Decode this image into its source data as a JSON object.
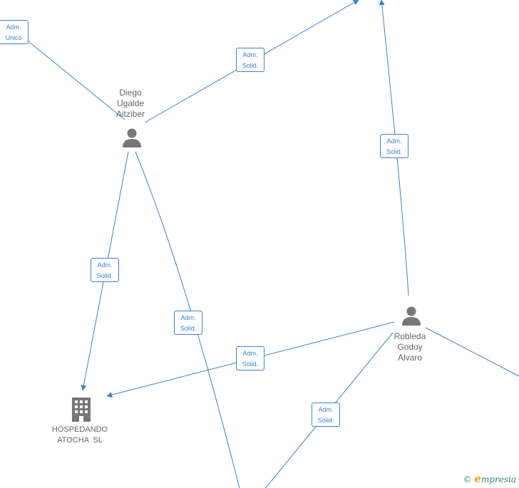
{
  "colors": {
    "edge": "#3a82d8",
    "node": "#777777",
    "label": "#666666",
    "brand_green": "#2f8a52",
    "brand_orange": "#f5a100"
  },
  "persons": [
    {
      "id": "diego",
      "lines": [
        "Diego",
        "Ugalde",
        "Aitziber"
      ],
      "icon": "person-icon"
    },
    {
      "id": "robleda",
      "lines": [
        "Robleda",
        "Godoy",
        "Alvaro"
      ],
      "icon": "person-icon"
    }
  ],
  "companies": [
    {
      "id": "hospedando",
      "lines": [
        "HOSPEDANDO",
        "ATOCHA  SL"
      ],
      "icon": "building-icon"
    }
  ],
  "edges": [
    {
      "id": "e1",
      "label": [
        "Adm.",
        "Unico"
      ]
    },
    {
      "id": "e2",
      "label": [
        "Adm.",
        "Solid."
      ]
    },
    {
      "id": "e3",
      "label": [
        "Adm.",
        "Solid."
      ]
    },
    {
      "id": "e4",
      "label": [
        "Adm.",
        "Solid."
      ]
    },
    {
      "id": "e5",
      "label": [
        "Adm.",
        "Solid."
      ]
    },
    {
      "id": "e6",
      "label": [
        "Adm.",
        "Solid."
      ]
    },
    {
      "id": "e7",
      "label": [
        "Adm.",
        "Solid."
      ]
    },
    {
      "id": "e8",
      "label": []
    }
  ],
  "watermark": {
    "copyright": "©",
    "brand_initial": "e",
    "brand_rest": "mpresia"
  }
}
